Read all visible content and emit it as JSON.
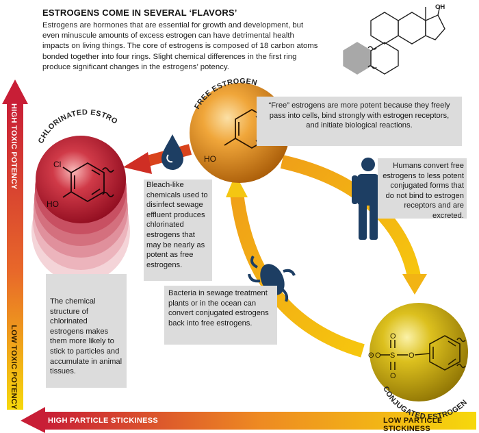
{
  "header": {
    "title": "ESTROGENS COME IN SEVERAL ‘FLAVORS’",
    "intro": "Estrogens are hormones that are essential for growth and development, but even minuscule amounts of excess estrogen can have detrimental health impacts on living things. The core of estrogens is composed of 18 carbon atoms bonded together into four rings. Slight chemical differences in the first ring produce significant changes in the estrogens’ potency."
  },
  "axes": {
    "vertical_top": "HIGH TOXIC POTENCY",
    "vertical_bottom": "LOW TOXIC POTENCY",
    "horizontal_left": "HIGH PARTICLE STICKINESS",
    "horizontal_right": "LOW PARTICLE STICKINESS"
  },
  "nodes": {
    "free": {
      "label": "FREE ESTROGEN",
      "group": "HO",
      "color": "#e08a14"
    },
    "chlorinated": {
      "label": "CHLORINATED ESTROGEN",
      "group_top": "Cl",
      "group_bottom": "HO",
      "color": "#b5102a"
    },
    "conjugated": {
      "label": "CONJUGATED ESTROGEN",
      "color": "#c9a70c",
      "atoms": {
        "theta": "Θ",
        "o_left": "O",
        "s": "S",
        "o_top": "O",
        "o_bottom": "O",
        "o_right": "O"
      }
    }
  },
  "steroid": {
    "oh": "OH"
  },
  "notes": {
    "free": "“Free” estrogens are more potent because they freely pass into cells, bind strongly with estrogen receptors, and initiate biological reactions.",
    "humans": "Humans convert free estrogens to less potent conjugated forms that do not bind to estrogen receptors and are excreted.",
    "bleach": "Bleach-like chemicals used to disinfect sewage effluent produces chlorinated estrogens that may be nearly as potent as free estrogens.",
    "bacteria": "Bacteria in sewage treatment plants or in the ocean can convert conjugated estrogens back into free estrogens.",
    "chlorinated": "The chemical structure of chlorinated estrogens makes them more likely to stick to particles and accumulate in animal tissues."
  },
  "colors": {
    "axis_top": "#c81e36",
    "axis_bottom": "#f6d80c",
    "cycle_arrow": "#f2a516",
    "figure": "#1d3e63",
    "note_bg": "#dcdcdc"
  }
}
